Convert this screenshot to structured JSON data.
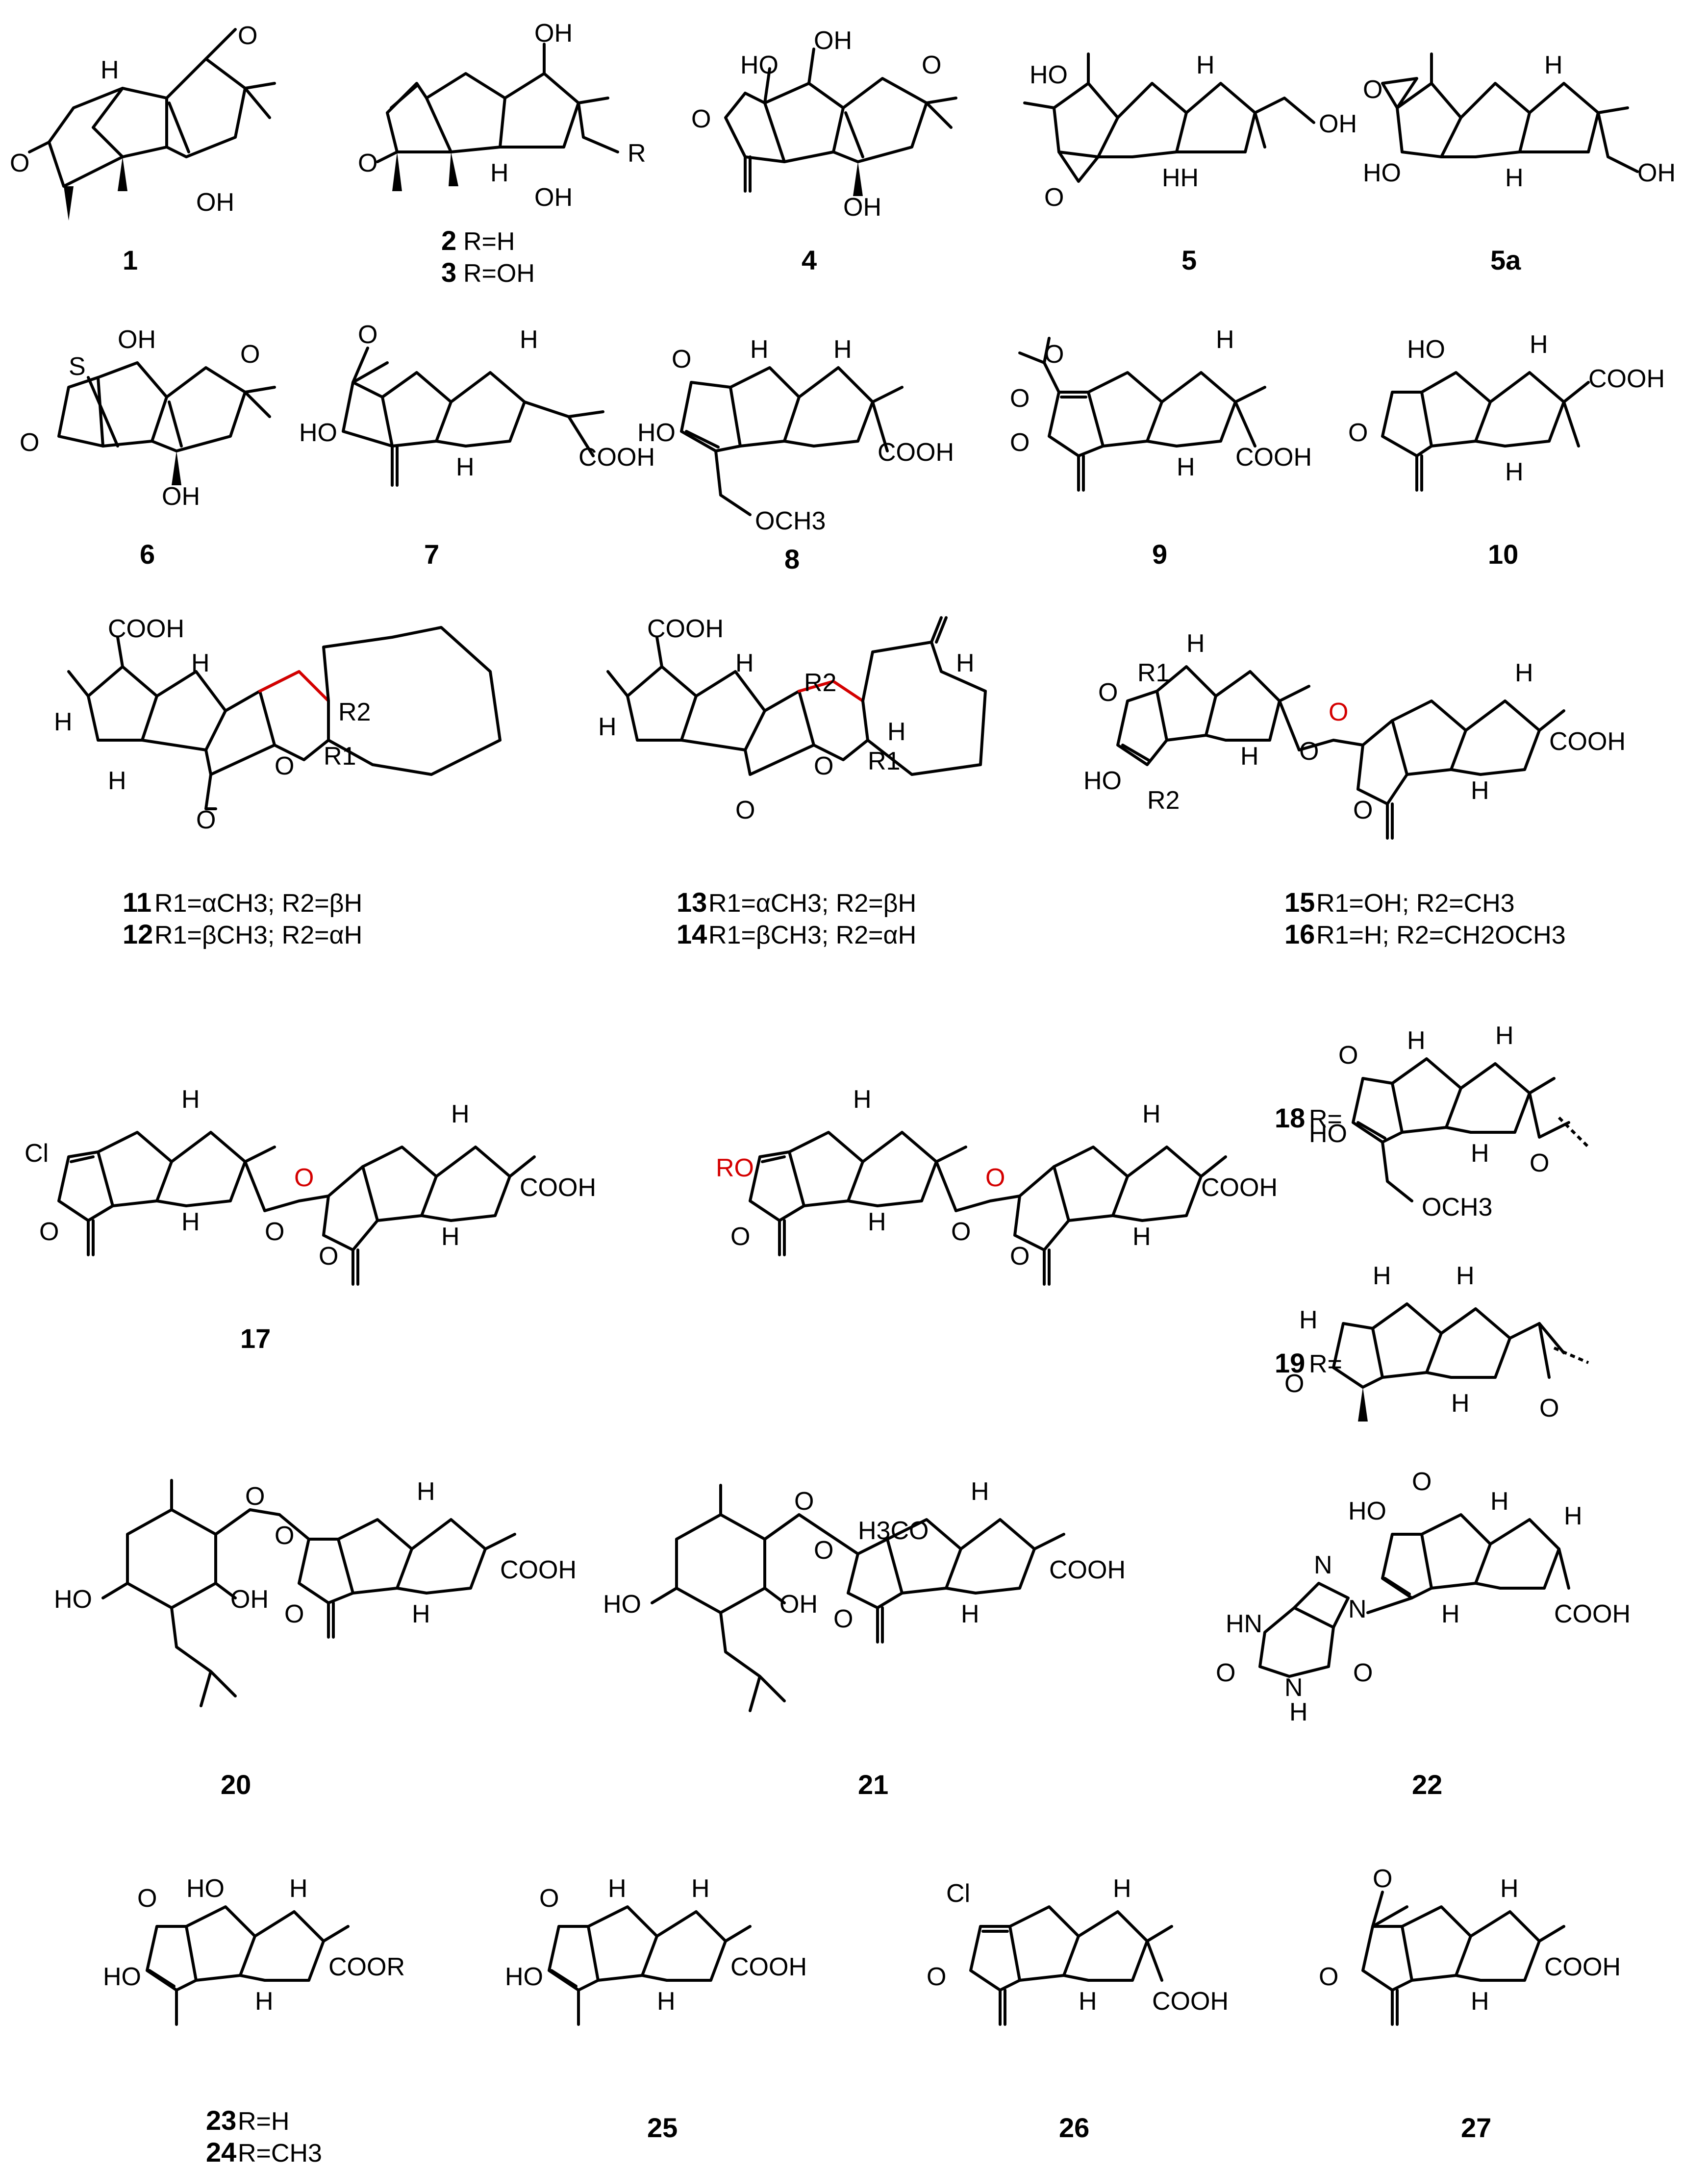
{
  "compounds": [
    {
      "id": "1",
      "labels": [
        "H",
        "O",
        "O",
        "OH"
      ]
    },
    {
      "id": "2",
      "caption": "R=H",
      "labels": [
        "OH",
        "O",
        "H",
        "OH",
        "R"
      ]
    },
    {
      "id": "3",
      "caption": "R=OH"
    },
    {
      "id": "4",
      "labels": [
        "OH",
        "HO",
        "O",
        "O",
        "OH"
      ]
    },
    {
      "id": "5",
      "labels": [
        "HO",
        "OH",
        "H",
        "HH",
        "O"
      ]
    },
    {
      "id": "5a",
      "labels": [
        "O",
        "H",
        "HO",
        "H",
        "OH"
      ]
    },
    {
      "id": "6",
      "labels": [
        "S",
        "OH",
        "O",
        "O",
        "OH"
      ]
    },
    {
      "id": "7",
      "labels": [
        "O",
        "H",
        "HO",
        "H",
        "COOH"
      ]
    },
    {
      "id": "8",
      "labels": [
        "O",
        "H",
        "H",
        "HO",
        "COOH",
        "OCH3"
      ]
    },
    {
      "id": "9",
      "labels": [
        "O",
        "O",
        "H",
        "O",
        "H",
        "COOH"
      ]
    },
    {
      "id": "10",
      "labels": [
        "HO",
        "H",
        "COOH",
        "O",
        "H"
      ]
    },
    {
      "id": "11",
      "caption": "R1=αCH3; R2=βH",
      "labels": [
        "COOH",
        "H",
        "H",
        "R2",
        "H",
        "R1",
        "O",
        "O"
      ]
    },
    {
      "id": "12",
      "caption": "R1=βCH3; R2=αH"
    },
    {
      "id": "13",
      "caption": "R1=αCH3; R2=βH",
      "labels": [
        "COOH",
        "H",
        "R2",
        "H",
        "H",
        "H",
        "O",
        "R1",
        "O"
      ]
    },
    {
      "id": "14",
      "caption": "R1=βCH3; R2=αH"
    },
    {
      "id": "15",
      "caption": "R1=OH; R2=CH3",
      "labels": [
        "H",
        "R1",
        "H",
        "O",
        "O",
        "H",
        "O",
        "COOH",
        "HO",
        "R2",
        "O",
        "H"
      ]
    },
    {
      "id": "16",
      "caption": "R1=H; R2=CH2OCH3"
    },
    {
      "id": "17",
      "labels": [
        "H",
        "Cl",
        "O",
        "H",
        "O",
        "H",
        "COOH",
        "O",
        "O",
        "H"
      ]
    },
    {
      "id": "18",
      "caption": "R=",
      "labels": [
        "O",
        "H",
        "H",
        "HO",
        "H",
        "O",
        "OCH3"
      ]
    },
    {
      "id": "19",
      "caption": "R=",
      "labels": [
        "H",
        "H",
        "H",
        "O",
        "H",
        "O"
      ]
    },
    {
      "id": "RO",
      "labels": [
        "H",
        "RO",
        "O",
        "H",
        "O",
        "H",
        "COOH",
        "O",
        "O",
        "H"
      ]
    },
    {
      "id": "20",
      "labels": [
        "O",
        "O",
        "H",
        "HO",
        "OH",
        "COOH",
        "O",
        "H"
      ]
    },
    {
      "id": "21",
      "labels": [
        "O",
        "H3CO",
        "H",
        "O",
        "HO",
        "OH",
        "COOH",
        "O",
        "H"
      ]
    },
    {
      "id": "22",
      "labels": [
        "O",
        "HO",
        "H",
        "N",
        "N",
        "HN",
        "N",
        "H",
        "O",
        "H",
        "O",
        "COOH",
        "H"
      ]
    },
    {
      "id": "23",
      "caption": "R=H",
      "labels": [
        "O",
        "HO",
        "H",
        "HO",
        "COOR",
        "H"
      ]
    },
    {
      "id": "24",
      "caption": "R=CH3"
    },
    {
      "id": "25",
      "labels": [
        "O",
        "H",
        "H",
        "HO",
        "COOH",
        "H"
      ]
    },
    {
      "id": "26",
      "labels": [
        "Cl",
        "H",
        "O",
        "COOH",
        "H"
      ]
    },
    {
      "id": "27",
      "labels": [
        "O",
        "H",
        "O",
        "COOH",
        "H"
      ]
    }
  ]
}
